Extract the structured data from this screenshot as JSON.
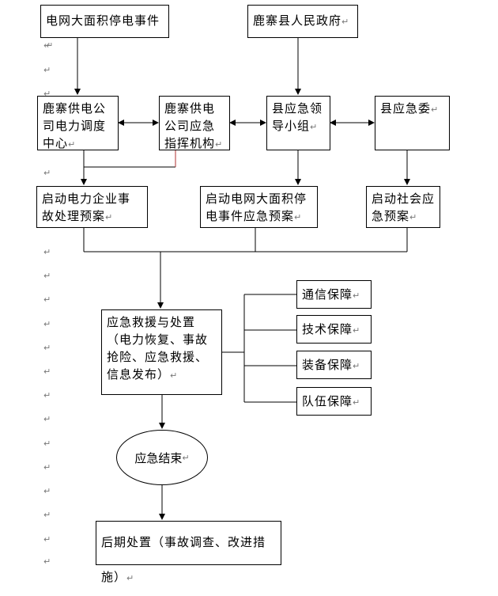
{
  "nodes": {
    "grid_event": "电网大面积停电事件",
    "county_gov": "鹿寨县人民政府",
    "dispatch_center": "鹿寨供电公司电力调度中心",
    "command_org": "鹿寨供电公司应急指挥机构",
    "county_leading_group": "县应急领导小组",
    "county_committee": "县应急委",
    "plan_power_enterprise": "启动电力企业事故处理预案",
    "plan_grid_outage": "启动电网大面积停电事件应急预案",
    "plan_social": "启动社会应急预案",
    "rescue": "应急救援与处置（电力恢复、事故抢险、应急救援、信息发布）",
    "guarantee_comm": "通信保障",
    "guarantee_tech": "技术保障",
    "guarantee_equip": "装备保障",
    "guarantee_team": "队伍保障",
    "end": "应急结束",
    "aftermath": "后期处置（事故调查、改进措施）"
  },
  "paragraph_mark": "↵",
  "colors": {
    "line": "#000000",
    "accent_line": "#b03030",
    "mark": "#777777"
  }
}
